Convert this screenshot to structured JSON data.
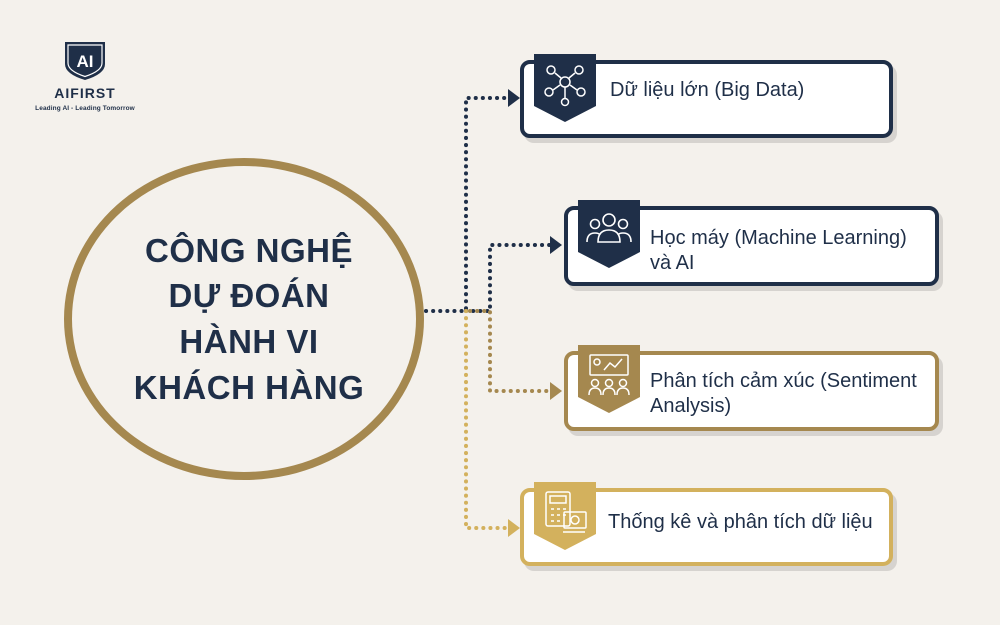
{
  "logo": {
    "mark": "AI",
    "name": "AIFIRST",
    "tagline": "Leading AI - Leading Tomorrow"
  },
  "center": {
    "title_lines": [
      "CÔNG NGHỆ",
      "DỰ ĐOÁN",
      "HÀNH VI",
      "KHÁCH HÀNG"
    ]
  },
  "cards": [
    {
      "label": "Dữ liệu lớn (Big Data)",
      "icon": "network-people-icon",
      "color": "#1f2f48"
    },
    {
      "label": "Học máy (Machine Learning) và AI",
      "icon": "group-people-icon",
      "color": "#1f2f48"
    },
    {
      "label": "Phân tích cảm xúc (Sentiment Analysis)",
      "icon": "presentation-icon",
      "color": "#a5884f"
    },
    {
      "label": "Thống kê và phân tích dữ liệu",
      "icon": "calculator-money-icon",
      "color": "#d3b15d"
    }
  ],
  "colors": {
    "navy": "#1f2f48",
    "gold": "#a5884f",
    "light_gold": "#d3b15d",
    "background": "#f4f1ec"
  }
}
